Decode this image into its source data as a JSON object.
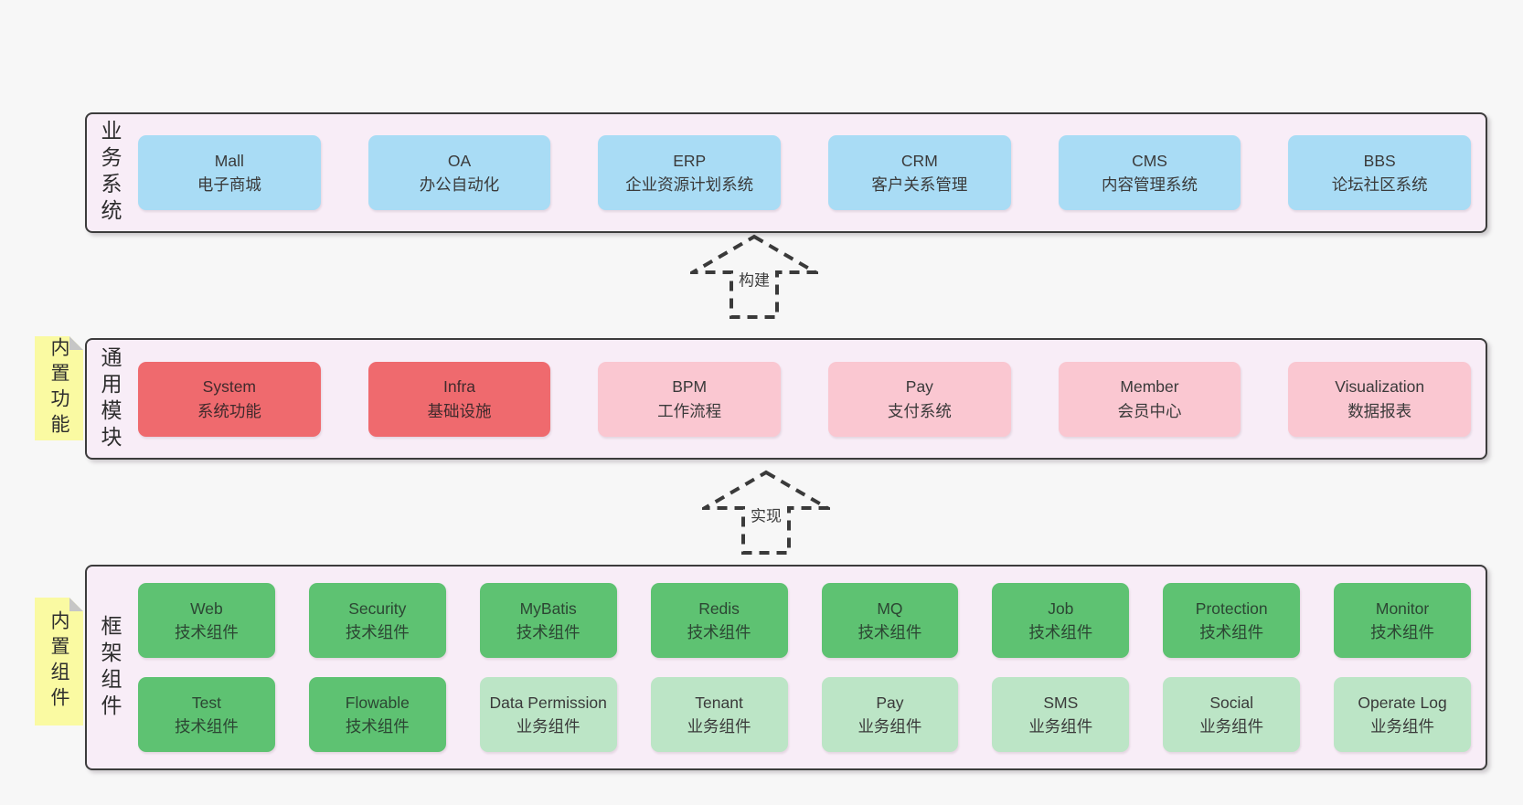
{
  "colors": {
    "page_bg": "#f7f7f7",
    "band_bg": "#f8edf7",
    "band_border": "#3c3c3c",
    "box_blue": "#a9dcf5",
    "box_red": "#ef6a6e",
    "box_pink": "#fac7d1",
    "box_green": "#5ec272",
    "box_green_light": "#bce5c6",
    "note_yellow": "#fafaa2",
    "note_fold_gray": "#c6c6c6"
  },
  "arrows": [
    {
      "label": "构建"
    },
    {
      "label": "实现"
    }
  ],
  "bands": [
    {
      "label": "业务系统",
      "boxes": [
        {
          "en": "Mall",
          "zh": "电子商城"
        },
        {
          "en": "OA",
          "zh": "办公自动化"
        },
        {
          "en": "ERP",
          "zh": "企业资源计划系统"
        },
        {
          "en": "CRM",
          "zh": "客户关系管理"
        },
        {
          "en": "CMS",
          "zh": "内容管理系统"
        },
        {
          "en": "BBS",
          "zh": "论坛社区系统"
        }
      ]
    },
    {
      "label": "通用模块",
      "note": "内置功能",
      "boxes": [
        {
          "en": "System",
          "zh": "系统功能"
        },
        {
          "en": "Infra",
          "zh": "基础设施"
        },
        {
          "en": "BPM",
          "zh": "工作流程"
        },
        {
          "en": "Pay",
          "zh": "支付系统"
        },
        {
          "en": "Member",
          "zh": "会员中心"
        },
        {
          "en": "Visualization",
          "zh": "数据报表"
        }
      ]
    },
    {
      "label": "框架组件",
      "note": "内置组件",
      "rows": [
        [
          {
            "en": "Web",
            "zh": "技术组件"
          },
          {
            "en": "Security",
            "zh": "技术组件"
          },
          {
            "en": "MyBatis",
            "zh": "技术组件"
          },
          {
            "en": "Redis",
            "zh": "技术组件"
          },
          {
            "en": "MQ",
            "zh": "技术组件"
          },
          {
            "en": "Job",
            "zh": "技术组件"
          },
          {
            "en": "Protection",
            "zh": "技术组件"
          },
          {
            "en": "Monitor",
            "zh": "技术组件"
          }
        ],
        [
          {
            "en": "Test",
            "zh": "技术组件"
          },
          {
            "en": "Flowable",
            "zh": "技术组件"
          },
          {
            "en": "Data Permission",
            "zh": "业务组件"
          },
          {
            "en": "Tenant",
            "zh": "业务组件"
          },
          {
            "en": "Pay",
            "zh": "业务组件"
          },
          {
            "en": "SMS",
            "zh": "业务组件"
          },
          {
            "en": "Social",
            "zh": "业务组件"
          },
          {
            "en": "Operate Log",
            "zh": "业务组件"
          }
        ]
      ]
    }
  ]
}
